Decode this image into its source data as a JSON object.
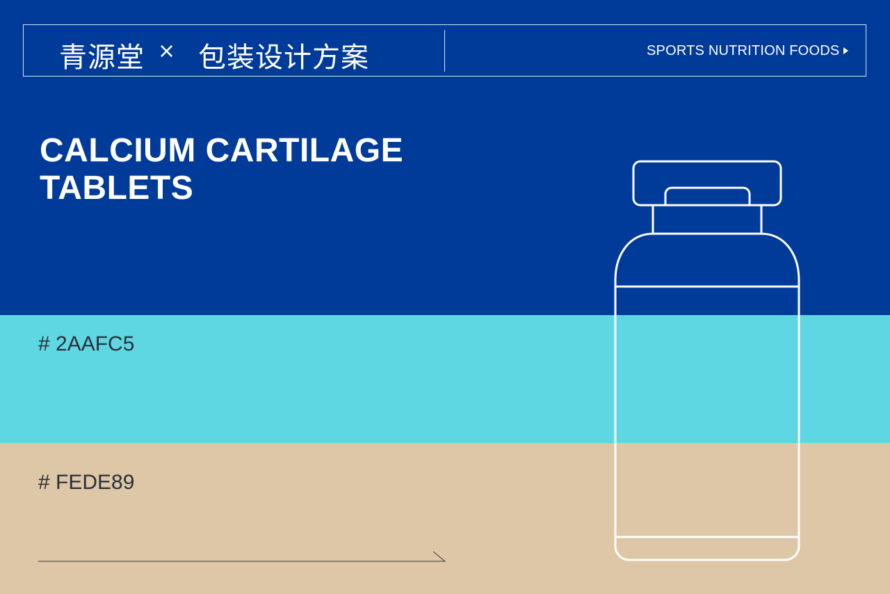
{
  "header": {
    "brand": "青源堂",
    "separator": "×",
    "project": "包装设计方案",
    "tagline": "SPORTS NUTRITION FOODS",
    "tagline_icon": "triangle-right-icon"
  },
  "product": {
    "title_line1": "CALCIUM CARTILAGE",
    "title_line2": "TABLETS"
  },
  "swatches": [
    {
      "label": "# 2AAFC5",
      "color": "#5ED7E2"
    },
    {
      "label": "# FEDE89",
      "color": "#DDC7A6"
    }
  ],
  "colors": {
    "navy": "#003B9A",
    "cyan": "#5ED7E2",
    "sand": "#DDC7A6",
    "outline": "#FFFFFF"
  },
  "illustration": {
    "icon": "bottle-outline-icon"
  }
}
